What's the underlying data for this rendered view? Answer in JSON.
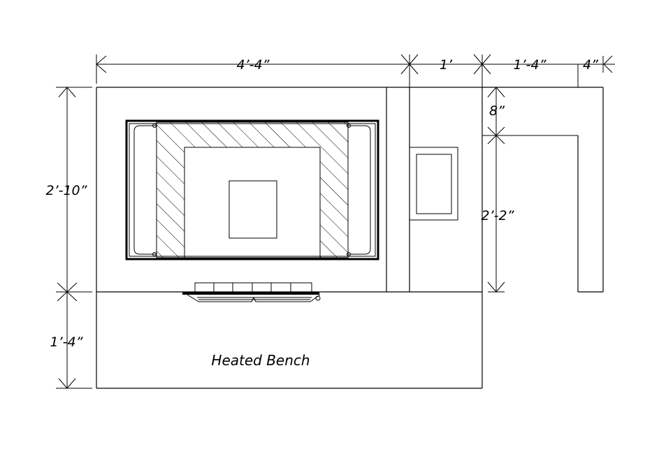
{
  "dimensions": {
    "top_total": "4’-4”",
    "top_middle": "1’",
    "top_right": "1’-4”",
    "top_far_right": "4”",
    "left_upper": "2’-10”",
    "left_lower": "1’-4”",
    "right_upper": "8”",
    "right_lower": "2’-2”"
  },
  "labels": {
    "bench": "Heated Bench"
  }
}
